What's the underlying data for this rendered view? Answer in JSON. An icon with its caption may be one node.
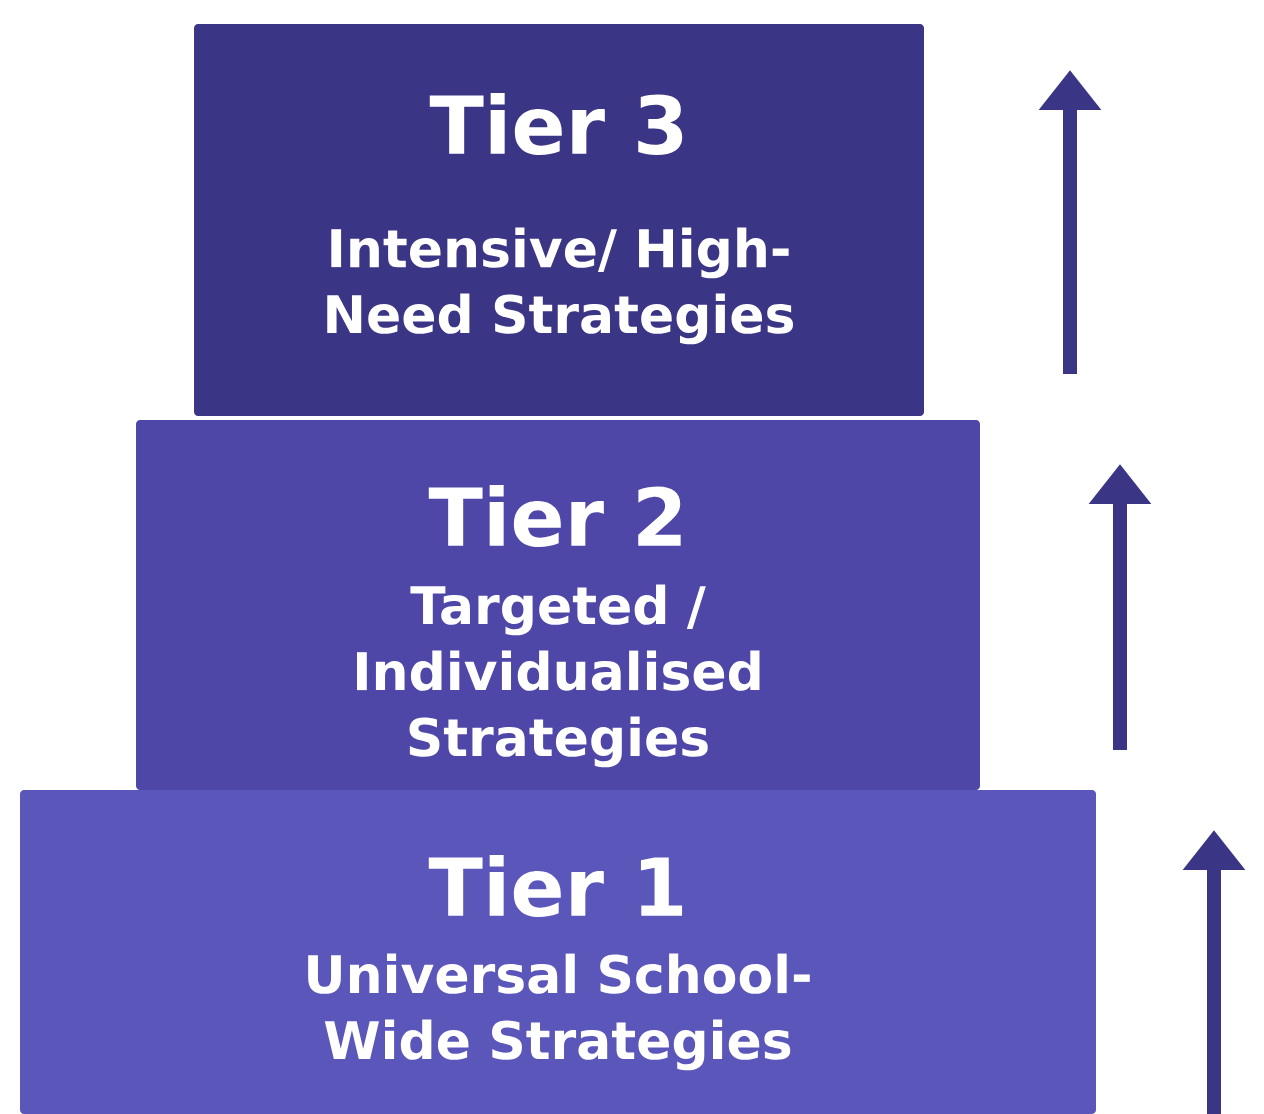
{
  "diagram": {
    "nodes": [
      {
        "text": [
          "Tier 3",
          "Intensive/ High-Need Strategies"
        ]
      },
      {
        "text": [
          "Tier 2",
          "Targeted / Individualised Strategies"
        ]
      },
      {
        "text": [
          "Tier 1",
          "Universal School-Wide Strategies"
        ]
      }
    ]
  }
}
